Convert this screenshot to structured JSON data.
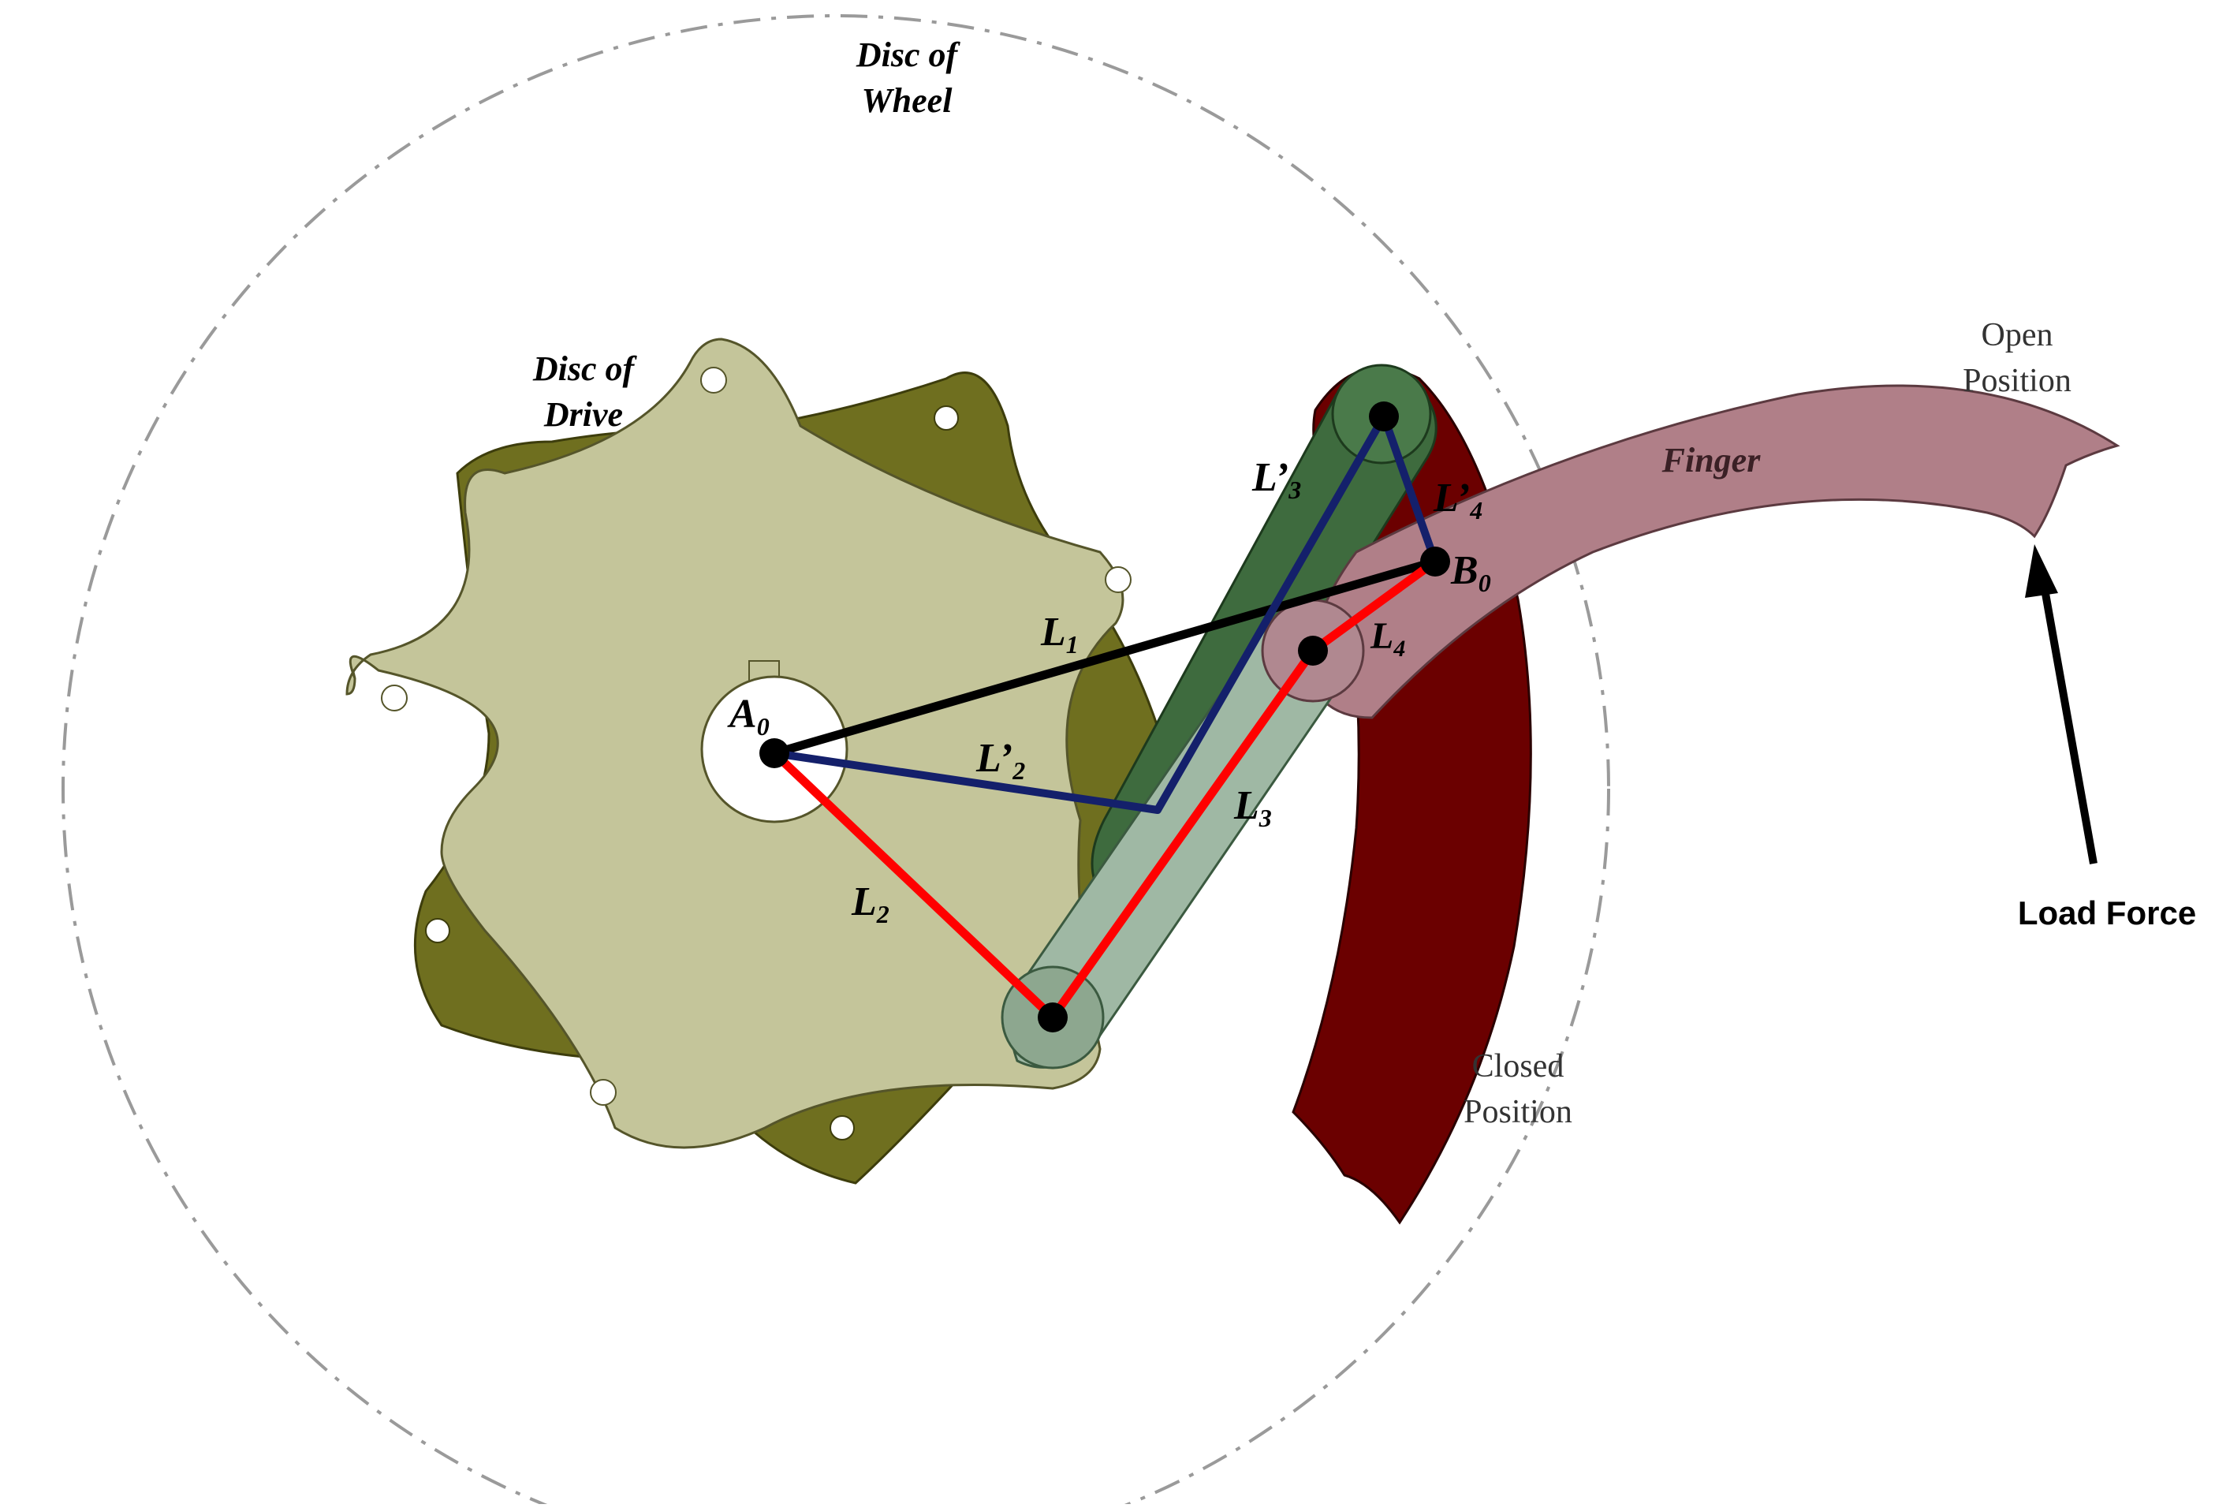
{
  "labels": {
    "disc_wheel_line1": "Disc of",
    "disc_wheel_line2": "Wheel",
    "disc_drive_line1": "Disc of",
    "disc_drive_line2": "Drive",
    "finger": "Finger",
    "open_line1": "Open",
    "open_line2": "Position",
    "closed_line1": "Closed",
    "closed_line2": "Position",
    "load_force": "Load Force"
  },
  "points": {
    "A0": {
      "main": "A",
      "sub": "0"
    },
    "B0": {
      "main": "B",
      "sub": "0"
    }
  },
  "links": {
    "L1": {
      "main": "L",
      "sub": "1"
    },
    "L2": {
      "main": "L",
      "sub": "2"
    },
    "L3": {
      "main": "L",
      "sub": "3"
    },
    "L4": {
      "main": "L",
      "sub": "4"
    },
    "Lp2": {
      "main": "L’",
      "sub": "2"
    },
    "Lp3": {
      "main": "L’",
      "sub": "3"
    },
    "Lp4": {
      "main": "L’",
      "sub": "4"
    }
  },
  "colors": {
    "wheel_outline": "#9a9a9a",
    "drive_front": "#c4c59a",
    "drive_back": "#6f6f1f",
    "finger_open": "#b07f88",
    "finger_closed": "#6b0000",
    "link_light": "#9fb8a4",
    "link_dark": "#3e6b3e",
    "black_link": "#000000",
    "blue_link": "#14206b",
    "red_link": "#ff0000"
  }
}
